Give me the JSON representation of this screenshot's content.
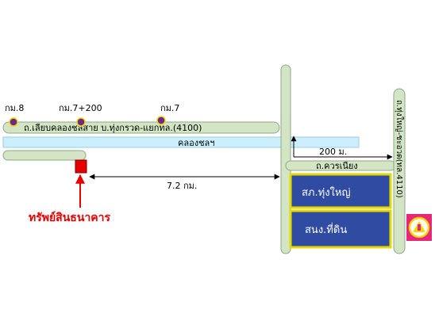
{
  "roads": {
    "main_road_label": "ถ.เลียบคลองชลสาย  บ.ทุ่งกรวด-แยกทล.(4100)",
    "canal_label": "คลองชลฯ",
    "side_road_label": "ถ.ควรเนียง",
    "vertical_road_label": "ถ.ทุ่งใหญ่-ชะอวด(ทล.4110)"
  },
  "markers": [
    {
      "label": "กม.8"
    },
    {
      "label": "กม.7+200"
    },
    {
      "label": "กม.7"
    }
  ],
  "distances": {
    "long": "7.2  กม.",
    "short": "200  ม."
  },
  "buildings": {
    "upper": "สภ.ทุ่งใหญ่",
    "lower": "สนง.ที่ดิน"
  },
  "property_label": "ทรัพย์สินธนาคาร",
  "colors": {
    "road": "#d3e5c4",
    "road_border": "#8fa886",
    "canal": "#cceffd",
    "marker_fill": "#6a2a8a",
    "marker_ring": "#f4d010",
    "building_fill": "#2f4ba2",
    "building_border": "#e5d800",
    "property": "#e60000",
    "logo_bg": "#e8267a",
    "logo_ring": "#ffd400"
  },
  "icons": {
    "logo": "temple-emblem-icon",
    "property": "red-square-marker-icon"
  }
}
